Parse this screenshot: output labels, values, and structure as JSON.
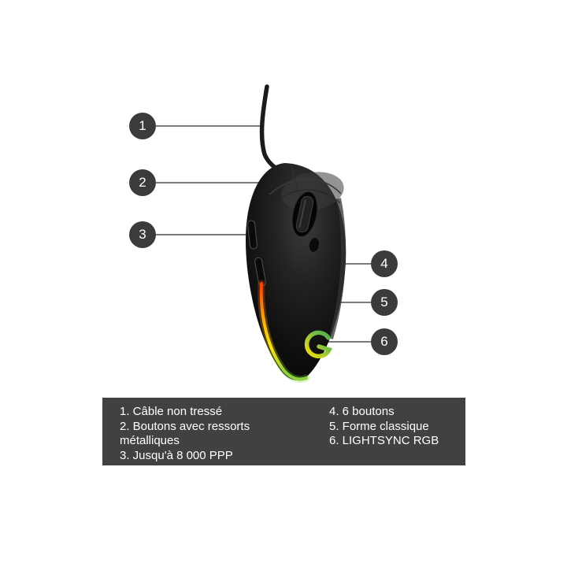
{
  "callouts": [
    {
      "number": "1",
      "label": "Câble non tressé"
    },
    {
      "number": "2",
      "label": "Boutons avec ressorts métalliques"
    },
    {
      "number": "3",
      "label": "Jusqu'à 8 000 PPP"
    },
    {
      "number": "4",
      "label": "6 boutons"
    },
    {
      "number": "5",
      "label": "Forme classique"
    },
    {
      "number": "6",
      "label": "LIGHTSYNC RGB"
    }
  ],
  "legend": {
    "left_items": [
      "1. Câble non tressé",
      "2. Boutons avec ressorts métalliques",
      "3. Jusqu'à 8 000 PPP"
    ],
    "right_items": [
      "4. 6 boutons",
      "5. Forme classique",
      "6. LIGHTSYNC RGB"
    ]
  },
  "colors": {
    "background": "#ffffff",
    "legend_background": "#414142",
    "legend_text": "#ffffff",
    "callout_circle": "#3b3b3d",
    "callout_number": "#ffffff",
    "leader_line": "#7a7a7a",
    "mouse_body": "#101010",
    "rgb_strip": [
      "#ff3c00",
      "#ffb300",
      "#ffe600",
      "#8bd13c"
    ],
    "g_logo": [
      "#ffe000",
      "#4caf50"
    ]
  }
}
